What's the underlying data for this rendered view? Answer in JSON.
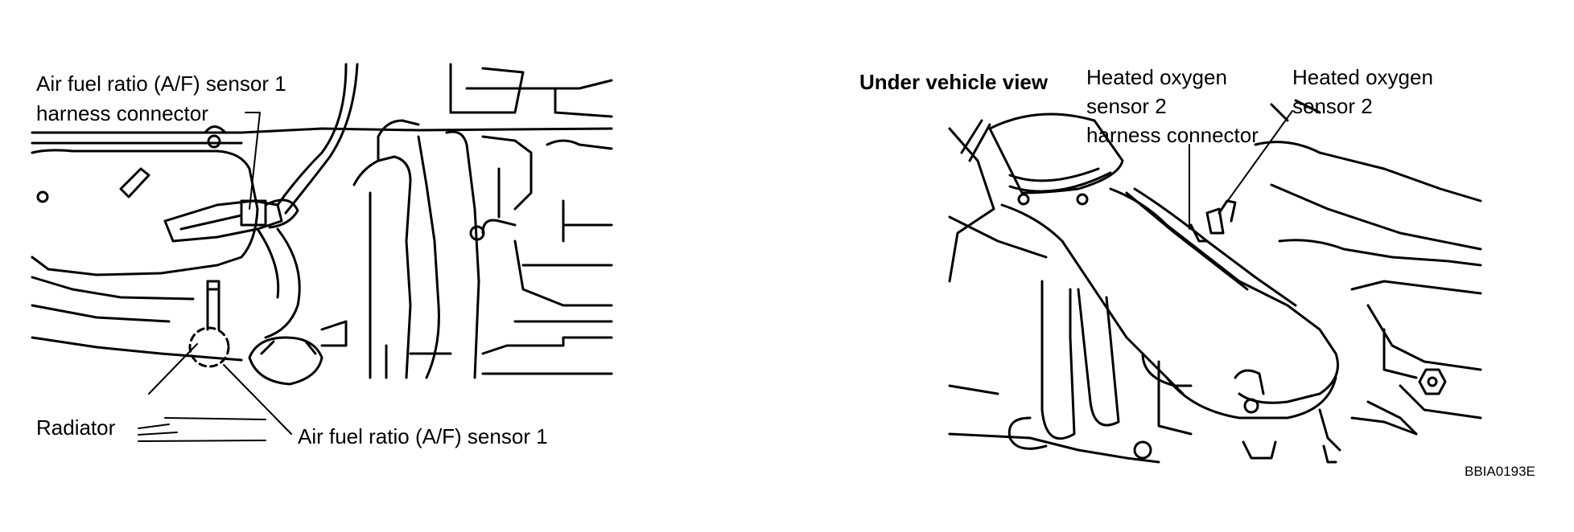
{
  "left_view": {
    "labels": {
      "af_sensor_harness_line1": "Air fuel ratio (A/F) sensor 1",
      "af_sensor_harness_line2": "harness connector",
      "radiator": "Radiator",
      "af_sensor": "Air fuel ratio (A/F) sensor 1"
    }
  },
  "right_view": {
    "labels": {
      "view_title": "Under vehicle view",
      "ho2s_harness_line1": "Heated oxygen",
      "ho2s_harness_line2": "sensor 2",
      "ho2s_harness_line3": "harness connector",
      "ho2s_line1": "Heated oxygen",
      "ho2s_line2": "sensor 2"
    }
  },
  "figure_code": "BBIA0193E"
}
